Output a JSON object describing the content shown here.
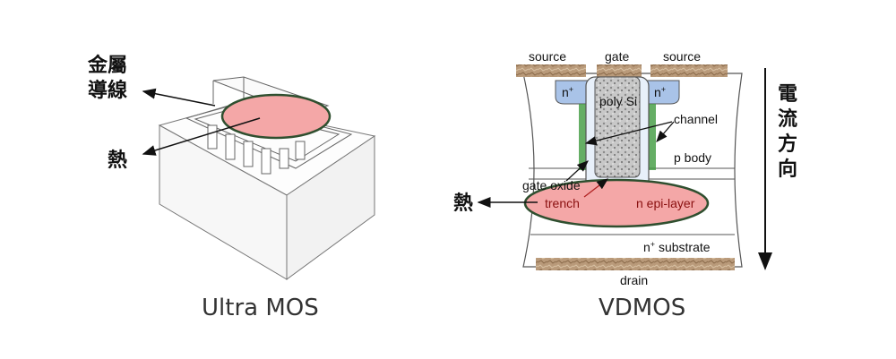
{
  "left": {
    "caption": "Ultra MOS",
    "metal_label_line1": "金屬",
    "metal_label_line2": "導線",
    "heat_label": "熱"
  },
  "right": {
    "caption": "VDMOS",
    "source_left": "source",
    "gate": "gate",
    "source_right": "source",
    "n_plus_left": "n",
    "n_plus_right": "n",
    "plus_sup": "+",
    "poly_si": "poly Si",
    "channel": "channel",
    "p_body": "p body",
    "gate_oxide": "gate oxide",
    "trench": "trench",
    "n_epi": "n epi-layer",
    "n_sub_n": "n",
    "n_sub_rest": " substrate",
    "drain": "drain",
    "heat_label": "熱",
    "current_dir": [
      "電",
      "流",
      "方",
      "向"
    ]
  },
  "colors": {
    "heat_fill": "#f4a7a7",
    "heat_stroke": "#2f4f2f",
    "n_plus": "#a9c3e8",
    "channel": "#3f9a3f",
    "metal": "#b99a7a",
    "oxide": "#e8f0fa"
  }
}
